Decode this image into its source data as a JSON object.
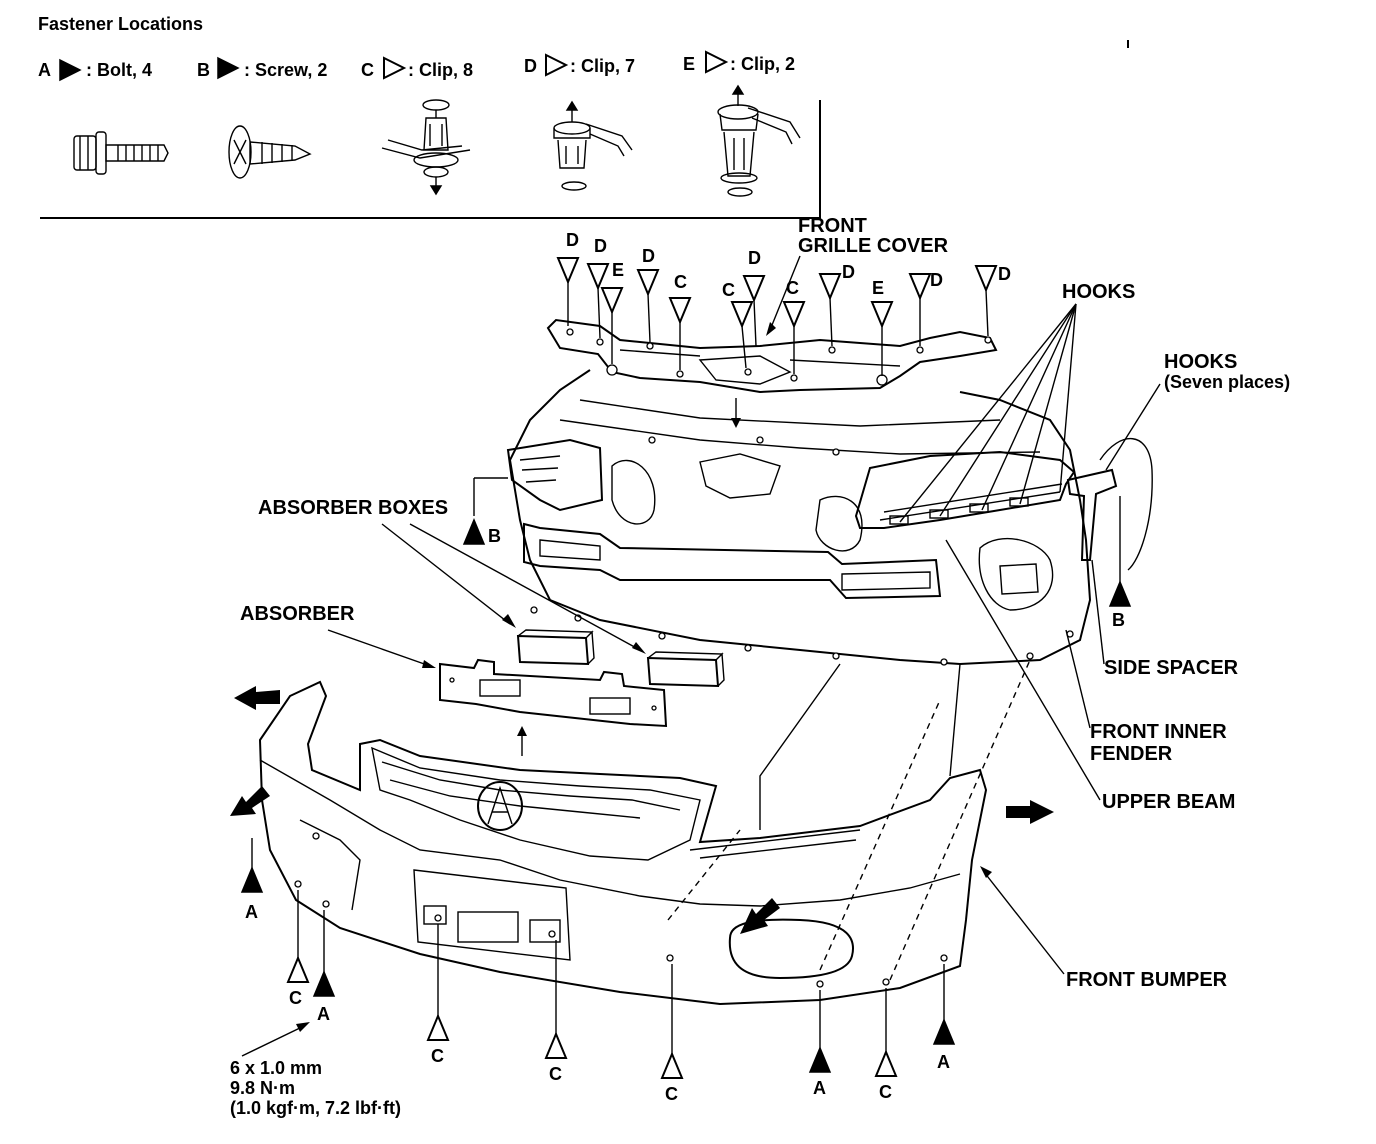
{
  "title": "Fastener Locations",
  "legend": [
    {
      "letter": "A",
      "text": ": Bolt, 4",
      "filled": true
    },
    {
      "letter": "B",
      "text": ": Screw, 2",
      "filled": true
    },
    {
      "letter": "C",
      "text": ": Clip, 8",
      "filled": false
    },
    {
      "letter": "D",
      "text": ": Clip, 7",
      "filled": false
    },
    {
      "letter": "E",
      "text": ": Clip, 2",
      "filled": false
    }
  ],
  "labels": {
    "front_grille_cover_1": "FRONT",
    "front_grille_cover_2": "GRILLE COVER",
    "hooks": "HOOKS",
    "hooks_seven_1": "HOOKS",
    "hooks_seven_2": "(Seven places)",
    "absorber_boxes": "ABSORBER BOXES",
    "absorber": "ABSORBER",
    "side_spacer": "SIDE SPACER",
    "front_inner_fender_1": "FRONT INNER",
    "front_inner_fender_2": "FENDER",
    "upper_beam": "UPPER BEAM",
    "front_bumper": "FRONT BUMPER"
  },
  "torque_spec": {
    "line1": "6 x 1.0 mm",
    "line2": "9.8 N·m",
    "line3": "(1.0 kgf·m, 7.2 lbf·ft)"
  },
  "markers": {
    "D": "D",
    "E": "E",
    "C": "C",
    "A": "A",
    "B": "B"
  },
  "icons": [
    "bolt-icon",
    "screw-icon",
    "clip-c-icon",
    "clip-d-icon",
    "clip-e-icon",
    "acura-emblem-icon"
  ]
}
